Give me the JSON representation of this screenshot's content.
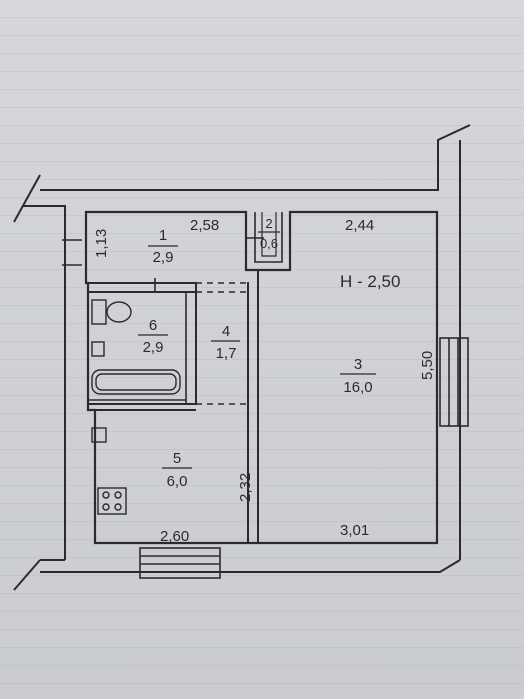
{
  "ceiling_height": "H - 2,50",
  "rooms": [
    {
      "number": "1",
      "area": "2,9"
    },
    {
      "number": "2",
      "area": "0,6"
    },
    {
      "number": "3",
      "area": "16,0"
    },
    {
      "number": "4",
      "area": "1,7"
    },
    {
      "number": "5",
      "area": "6,0"
    },
    {
      "number": "6",
      "area": "2,9"
    }
  ],
  "dimensions": {
    "corridor_height": "1,13",
    "corridor_length": "2,58",
    "room3_top": "2,44",
    "room3_side": "5,50",
    "room3_bottom": "3,01",
    "kitchen_bottom": "2,60",
    "kitchen_side": "2,32"
  },
  "colors": {
    "line": "#2b2b2e",
    "wall_fill": "#c9cbcf"
  }
}
